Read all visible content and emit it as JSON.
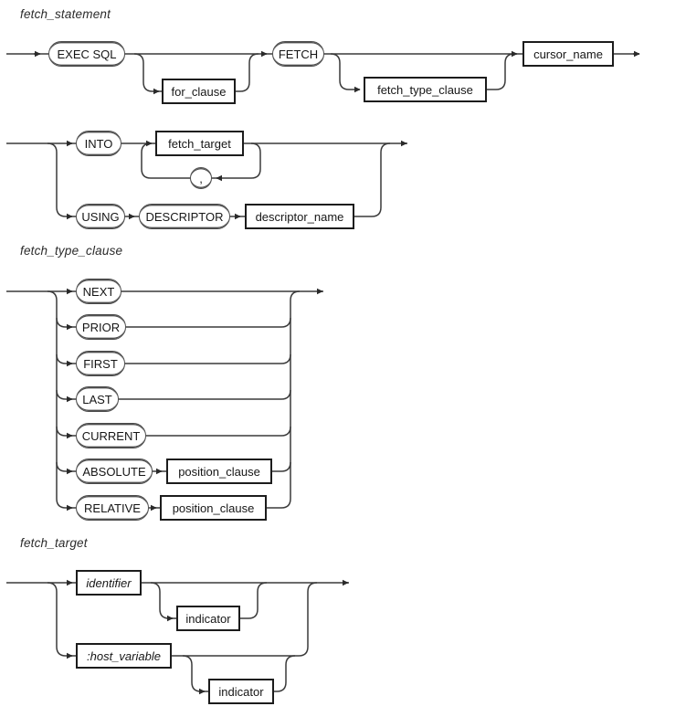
{
  "page": {
    "background_color": "#ffffff",
    "track_color": "#3a3a3a",
    "box_border_color": "#1c1c1c",
    "oval_border_color": "#4a4a4a",
    "text_color": "#161616"
  },
  "sections": [
    {
      "title": "fetch_statement",
      "nodes": {
        "exec_sql": "EXEC SQL",
        "for_clause": "for_clause",
        "fetch": "FETCH",
        "fetch_type_clause": "fetch_type_clause",
        "cursor_name": "cursor_name",
        "into": "INTO",
        "fetch_target": "fetch_target",
        "comma": ",",
        "using": "USING",
        "descriptor": "DESCRIPTOR",
        "descriptor_name": "descriptor_name"
      }
    },
    {
      "title": "fetch_type_clause",
      "nodes": {
        "next": "NEXT",
        "prior": "PRIOR",
        "first": "FIRST",
        "last": "LAST",
        "current": "CURRENT",
        "absolute": "ABSOLUTE",
        "relative": "RELATIVE",
        "position_clause_abs": "position_clause",
        "position_clause_rel": "position_clause"
      }
    },
    {
      "title": "fetch_target",
      "nodes": {
        "identifier": "identifier",
        "indicator_1": "indicator",
        "host_variable": ":host_variable",
        "indicator_2": "indicator"
      }
    }
  ]
}
